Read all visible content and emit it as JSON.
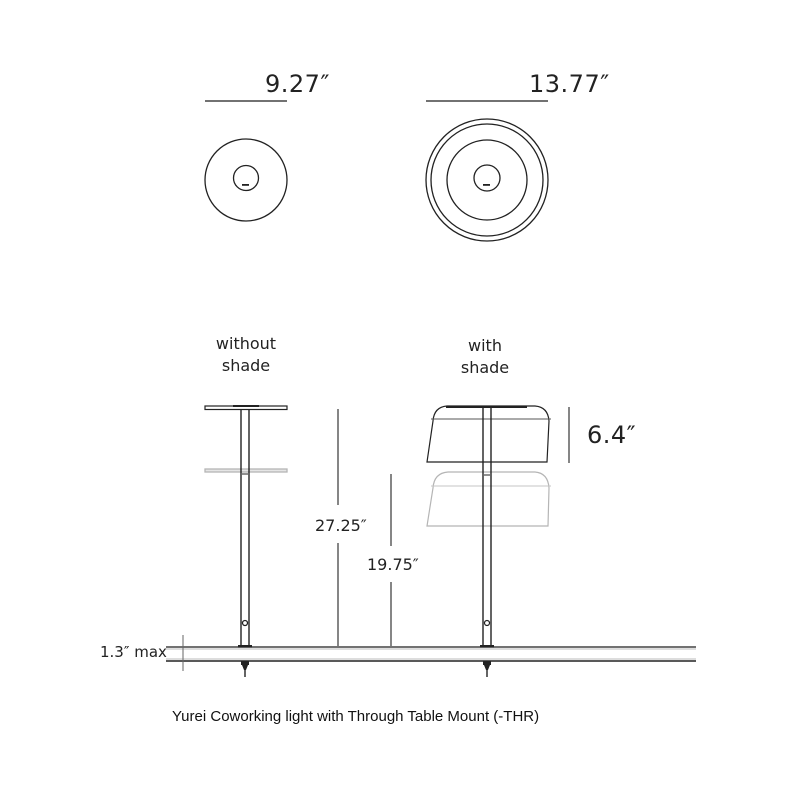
{
  "diagram": {
    "caption": "Yurei Coworking light with Through Table Mount (-THR)",
    "top_views": [
      {
        "id": "without-shade-top",
        "dimension": "9.27″"
      },
      {
        "id": "with-shade-top",
        "dimension": "13.77″"
      }
    ],
    "side_views": [
      {
        "id": "without-shade-side",
        "label_line1": "without",
        "label_line2": "shade"
      },
      {
        "id": "with-shade-side",
        "label_line1": "with",
        "label_line2": "shade"
      }
    ],
    "dimensions": {
      "overall_height": "27.25″",
      "min_height": "19.75″",
      "shade_height": "6.4″",
      "table_thickness": "1.3″ max"
    },
    "colors": {
      "line": "#222222",
      "ghost_line": "#b5b5b5",
      "text": "#222222"
    }
  }
}
